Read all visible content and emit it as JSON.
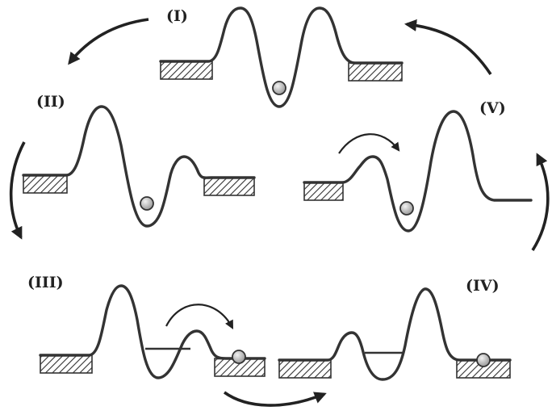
{
  "stages": [
    {
      "id": "I",
      "label": "(I)"
    },
    {
      "id": "II",
      "label": "(II)"
    },
    {
      "id": "III",
      "label": "(III)"
    },
    {
      "id": "IV",
      "label": "(IV)"
    },
    {
      "id": "V",
      "label": "(V)"
    }
  ],
  "colors": {
    "stroke": "#333333",
    "ball_fill": "#c8c8c8",
    "background": "#ffffff"
  }
}
